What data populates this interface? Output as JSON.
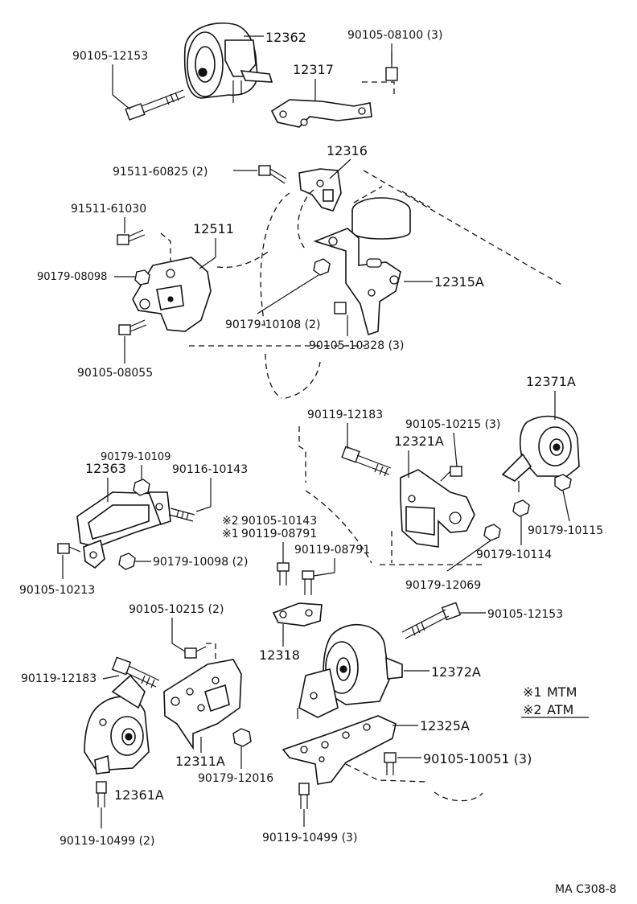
{
  "labels": {
    "p12362": "12362",
    "p90105_12153_top": "90105-12153",
    "p90105_08100": "90105-08100 (3)",
    "p12317": "12317",
    "p12316": "12316",
    "p91511_60825": "91511-60825 (2)",
    "p91511_61030": "91511-61030",
    "p12511": "12511",
    "p90179_08098": "90179-08098",
    "p12315A": "12315A",
    "p90179_10108": "90179-10108 (2)",
    "p90105_10328": "90105-10328 (3)",
    "p90105_08055": "90105-08055",
    "p12371A": "12371A",
    "p90119_12183_mid": "90119-12183",
    "p90105_10215_3": "90105-10215 (3)",
    "p12321A": "12321A",
    "p90179_10109": "90179-10109",
    "p12363": "12363",
    "p90116_10143": "90116-10143",
    "p90105_10143": "90105-10143",
    "p90119_08791_a": "90119-08791",
    "mark2": "※2",
    "mark1": "※1",
    "p90119_08791_b": "90119-08791",
    "p90179_10115": "90179-10115",
    "p90179_10114": "90179-10114",
    "p90105_10213": "90105-10213",
    "p90179_10098": "90179-10098 (2)",
    "p90179_12069": "90179-12069",
    "p90105_10215_2": "90105-10215 (2)",
    "p90105_12153_bot": "90105-12153",
    "p12318": "12318",
    "p90119_12183_bot": "90119-12183",
    "p12372A": "12372A",
    "p12325A": "12325A",
    "p12311A": "12311A",
    "p90105_10051": "90105-10051 (3)",
    "p90179_12016": "90179-12016",
    "p12361A": "12361A",
    "p90119_10499_2": "90119-10499 (2)",
    "p90119_10499_3": "90119-10499 (3)"
  },
  "legend": {
    "mark1": "※1",
    "text1": "MTM",
    "mark2": "※2",
    "text2": "ATM"
  },
  "footer_code": "MA  C308-8"
}
